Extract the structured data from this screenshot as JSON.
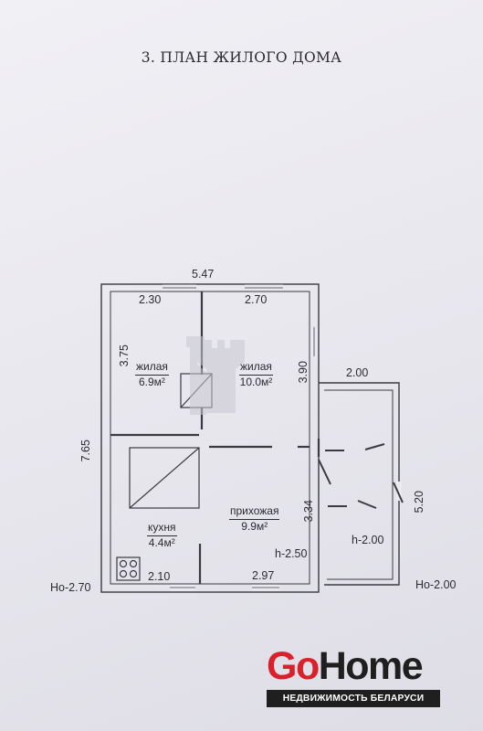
{
  "title": "3. ПЛАН ЖИЛОГО ДОМА",
  "dimensions": {
    "overall_width": "5.47",
    "room1_width": "2.30",
    "room2_width": "2.70",
    "room1_depth": "3.75",
    "overall_depth": "7.65",
    "room2_depth": "3.90",
    "veranda_width": "2.00",
    "veranda_depth": "5.20",
    "hall_depth": "3.34",
    "kitchen_width": "2.10",
    "hall_width": "2.97"
  },
  "rooms": [
    {
      "name": "жилая",
      "area": "6.9м²"
    },
    {
      "name": "жилая",
      "area": "10.0м²"
    },
    {
      "name": "кухня",
      "area": "4.4м²"
    },
    {
      "name": "прихожая",
      "area": "9.9м²"
    }
  ],
  "heights": {
    "house_height": "h-2.50",
    "veranda_height": "h-2.00",
    "house_level": "Ho-2.70",
    "veranda_level": "Ho-2.00"
  },
  "logo": {
    "go": "Go",
    "home": "Home",
    "tagline": "НЕДВИЖИМОСТЬ БЕЛАРУСИ"
  }
}
